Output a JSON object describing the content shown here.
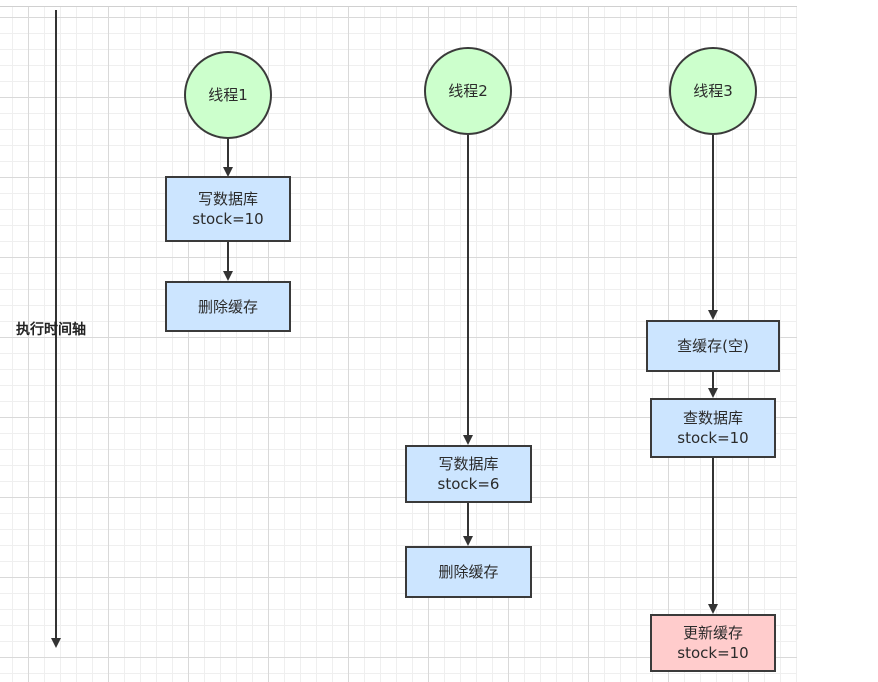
{
  "axis": {
    "label": "执行时间轴"
  },
  "threads": [
    {
      "title": "线程1",
      "steps": [
        "写数据库\nstock=10",
        "删除缓存"
      ]
    },
    {
      "title": "线程2",
      "steps": [
        "写数据库\nstock=6",
        "删除缓存"
      ]
    },
    {
      "title": "线程3",
      "steps": [
        "查缓存(空)",
        "查数据库\nstock=10",
        "更新缓存\nstock=10"
      ]
    }
  ],
  "colors": {
    "thread_fill": "#ccffcc",
    "step_fill": "#cce5ff",
    "final_step_fill": "#ffcccc",
    "stroke": "#3a3a3a"
  }
}
